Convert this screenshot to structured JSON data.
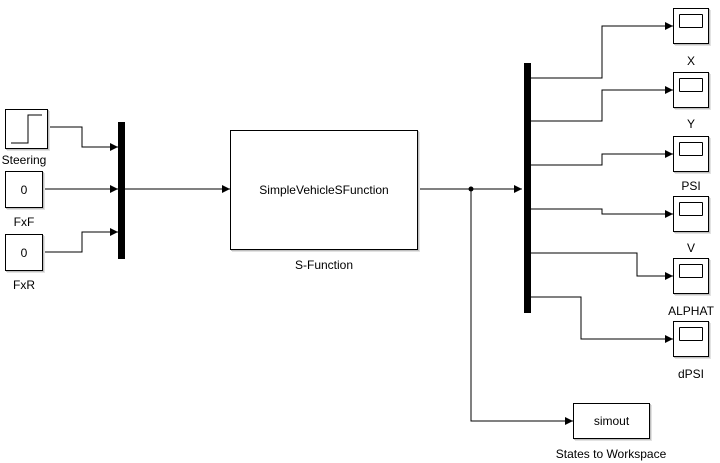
{
  "blocks": {
    "steering": {
      "label": "Steering",
      "icon": "step-icon"
    },
    "fxf": {
      "value": "0",
      "label": "FxF"
    },
    "fxr": {
      "value": "0",
      "label": "FxR"
    },
    "sfunction": {
      "text": "SimpleVehicleSFunction",
      "label": "S-Function"
    },
    "simout": {
      "text": "simout",
      "label": "States to Workspace"
    },
    "scopes": [
      {
        "label": "X"
      },
      {
        "label": "Y"
      },
      {
        "label": "PSI"
      },
      {
        "label": "V"
      },
      {
        "label": "ALPHAT"
      },
      {
        "label": "dPSI"
      },
      {
        "label": ""
      }
    ]
  },
  "colors": {
    "line": "#000000",
    "shadow": "#bfbfbf",
    "background": "#ffffff"
  }
}
